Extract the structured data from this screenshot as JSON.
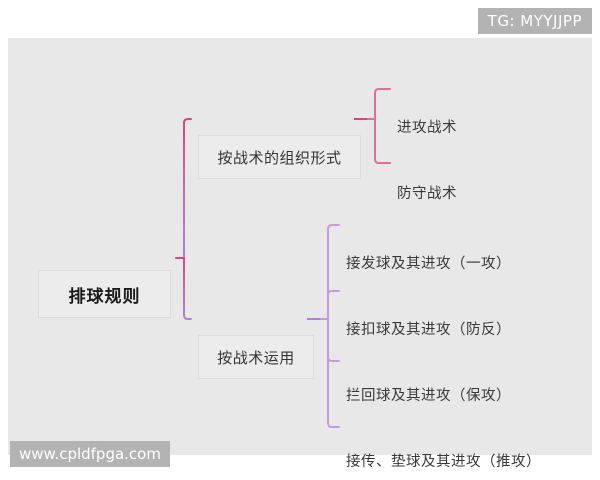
{
  "watermarks": {
    "top_tag": "TG: MYYJJPP",
    "site": "www.cpldfpga.com"
  },
  "colors": {
    "canvas_background": "#e8e8e8",
    "page_background": "#ffffff",
    "watermark_background": "#b3b3b3",
    "watermark_text": "#ffffff",
    "node_fill": "#ececec",
    "node_border": "#dcdcdc",
    "text": "#333333",
    "branch_pink": "#d4477f",
    "branch_pink_light": "#dc6f9b",
    "branch_purple": "#b07fd8",
    "branch_purple_light": "#c79ae0"
  },
  "mindmap": {
    "root": {
      "label": "排球规则"
    },
    "branches": [
      {
        "label": "按战术的组织形式",
        "color": "#d4477f",
        "children": [
          {
            "label": "进攻战术"
          },
          {
            "label": "防守战术"
          }
        ]
      },
      {
        "label": "按战术运用",
        "color": "#b07fd8",
        "children": [
          {
            "label": "接发球及其进攻（一攻）"
          },
          {
            "label": "接扣球及其进攻（防反）"
          },
          {
            "label": "拦回球及其进攻（保攻）"
          },
          {
            "label": "接传、垫球及其进攻（推攻）"
          }
        ]
      }
    ]
  }
}
